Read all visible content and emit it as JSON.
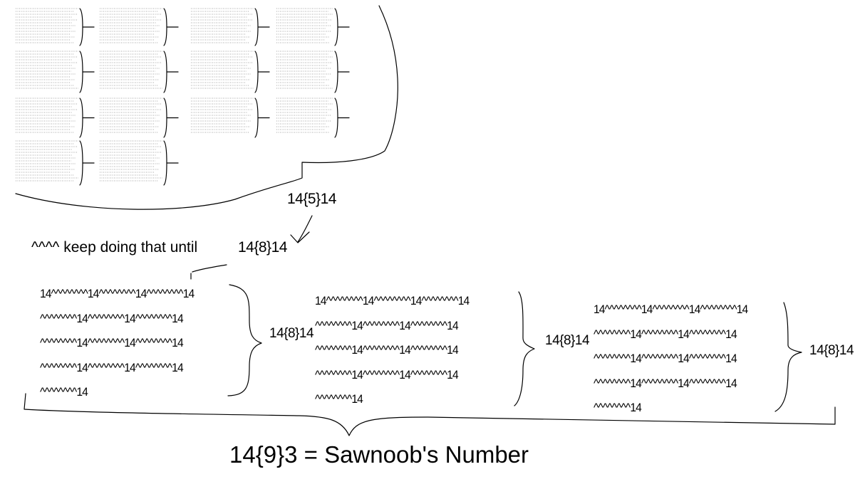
{
  "top_label": "14{5}14",
  "keep_doing": "^^^^ keep doing that until",
  "keep_target": "14{8}14",
  "blocks": [
    {
      "lines": [
        "14^^^^^^^^14^^^^^^^^14^^^^^^^^14",
        "^^^^^^^^14^^^^^^^^14^^^^^^^^14",
        "^^^^^^^^14^^^^^^^^14^^^^^^^^14",
        "^^^^^^^^14^^^^^^^^14^^^^^^^^14",
        "^^^^^^^^14"
      ],
      "size_label": "14{8}14"
    },
    {
      "lines": [
        "14^^^^^^^^14^^^^^^^^14^^^^^^^^14",
        "^^^^^^^^14^^^^^^^^14^^^^^^^^14",
        "^^^^^^^^14^^^^^^^^14^^^^^^^^14",
        "^^^^^^^^14^^^^^^^^14^^^^^^^^14",
        "^^^^^^^^14"
      ],
      "size_label": "14{8}14"
    },
    {
      "lines": [
        "14^^^^^^^^14^^^^^^^^14^^^^^^^^14",
        "^^^^^^^^14^^^^^^^^14^^^^^^^^14",
        "^^^^^^^^14^^^^^^^^14^^^^^^^^14",
        "^^^^^^^^14^^^^^^^^14^^^^^^^^14",
        "^^^^^^^^14"
      ],
      "size_label": "14{8}14"
    }
  ],
  "final_label": "14{9}3 = Sawnoob's Number"
}
